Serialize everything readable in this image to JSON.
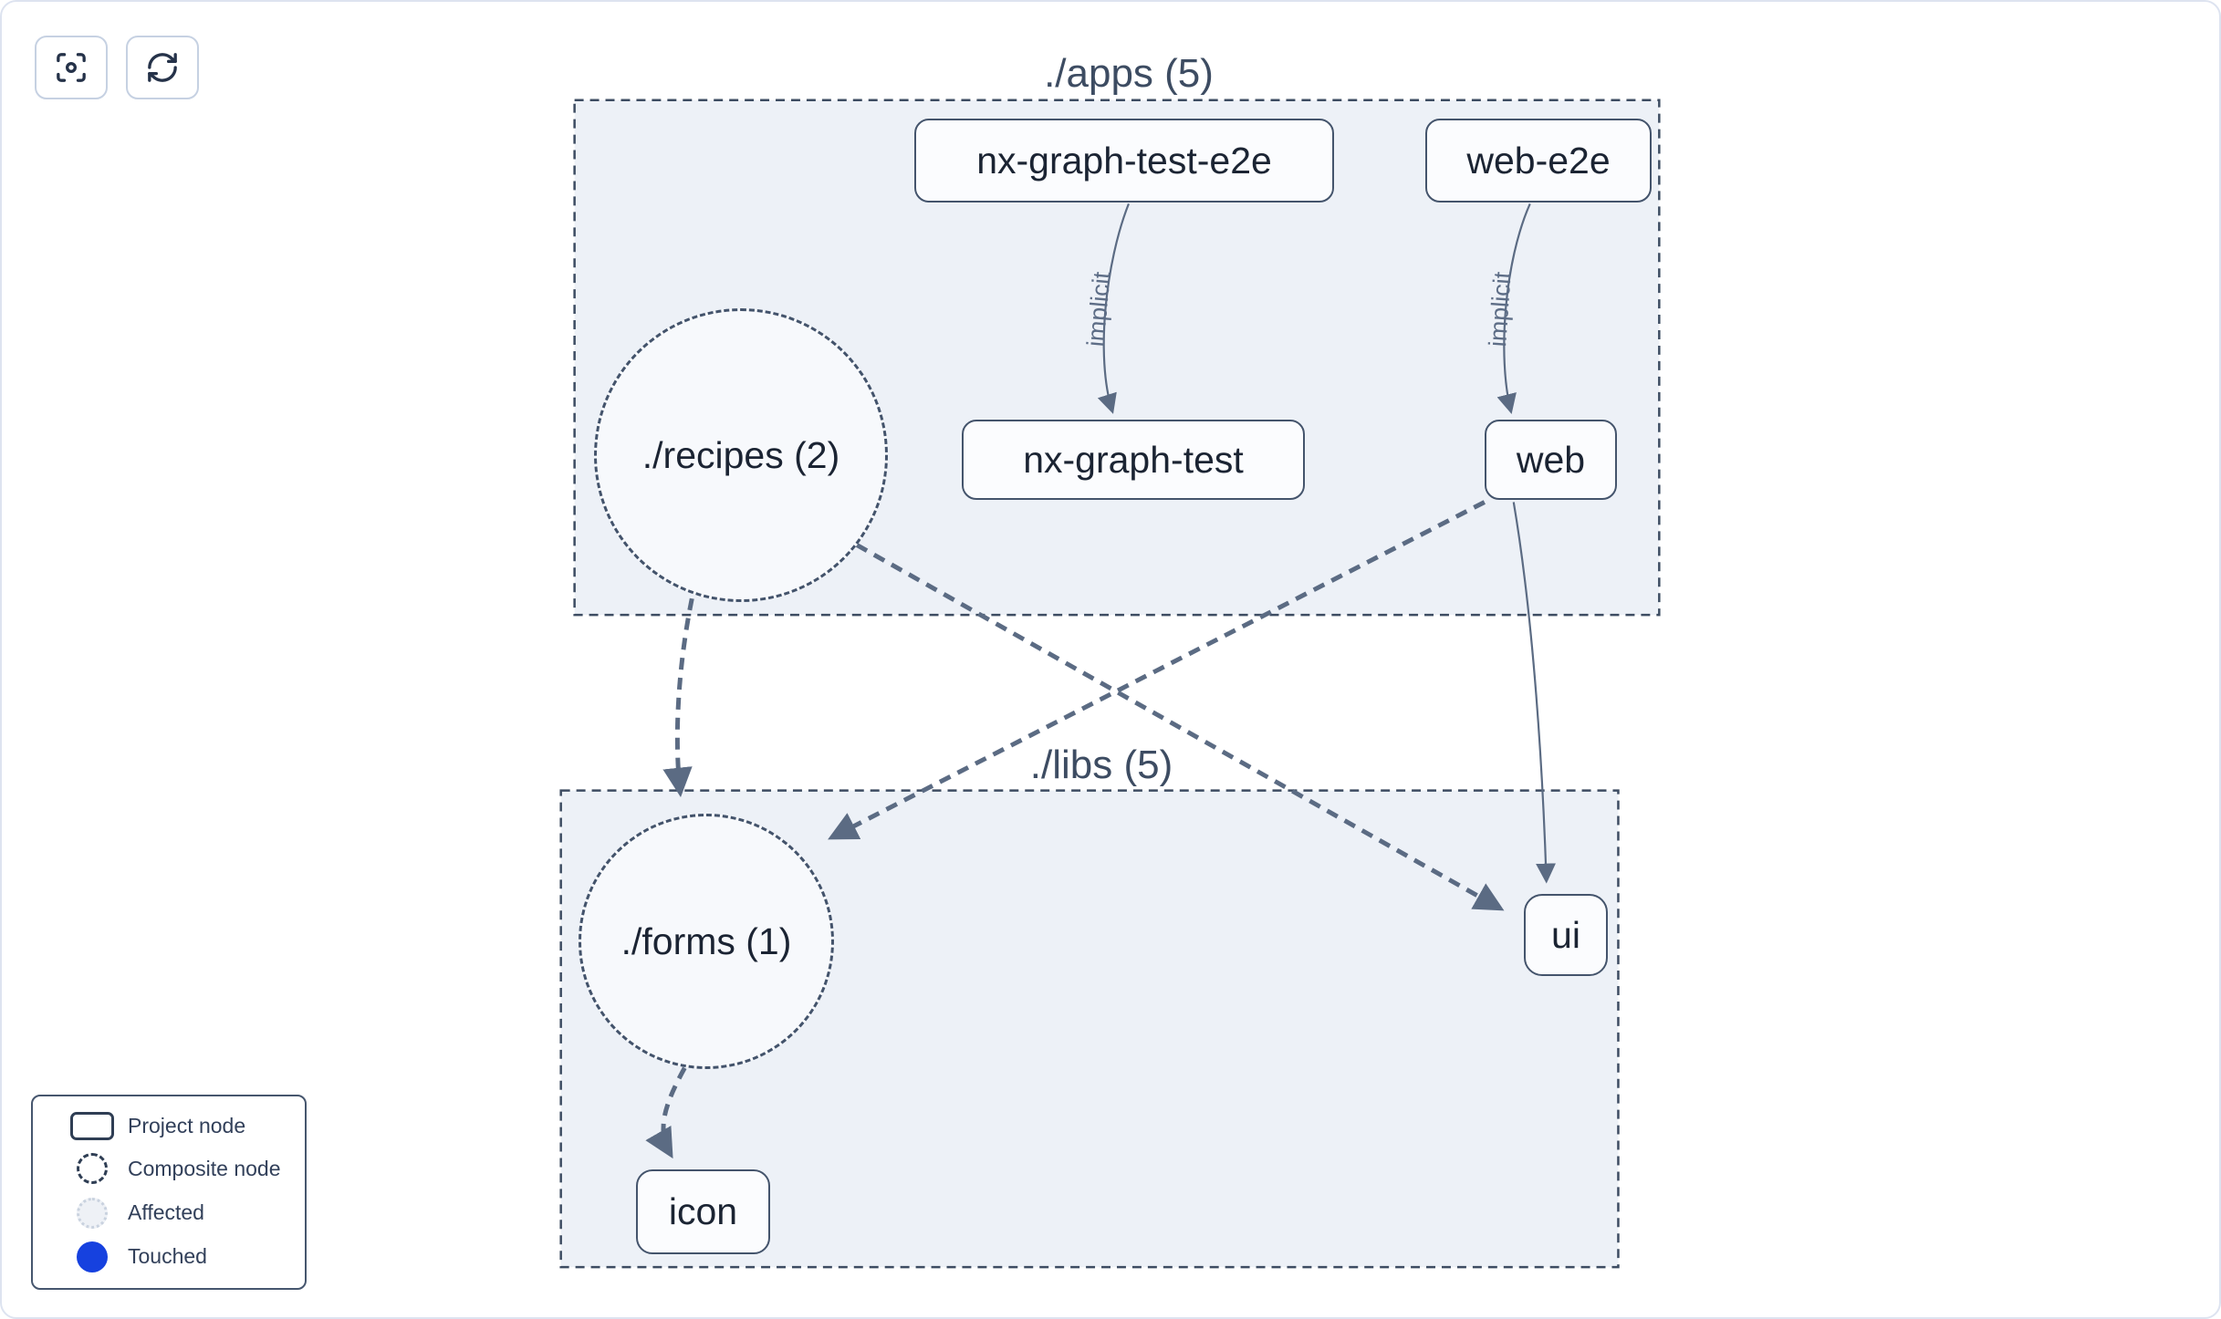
{
  "toolbar": {
    "focus_button": {
      "icon": "focus-icon"
    },
    "refresh_button": {
      "icon": "refresh-icon"
    }
  },
  "graph": {
    "groups": [
      {
        "id": "apps",
        "label": "./apps (5)"
      },
      {
        "id": "libs",
        "label": "./libs (5)"
      }
    ],
    "project_nodes": [
      {
        "id": "nx-graph-test-e2e",
        "label": "nx-graph-test-e2e",
        "group": "apps"
      },
      {
        "id": "web-e2e",
        "label": "web-e2e",
        "group": "apps"
      },
      {
        "id": "nx-graph-test",
        "label": "nx-graph-test",
        "group": "apps"
      },
      {
        "id": "web",
        "label": "web",
        "group": "apps"
      },
      {
        "id": "ui",
        "label": "ui",
        "group": "libs"
      },
      {
        "id": "icon",
        "label": "icon",
        "group": "libs"
      }
    ],
    "composite_nodes": [
      {
        "id": "recipes",
        "label": "./recipes (2)",
        "group": "apps"
      },
      {
        "id": "forms",
        "label": "./forms (1)",
        "group": "libs"
      }
    ],
    "edges": [
      {
        "from": "nx-graph-test-e2e",
        "to": "nx-graph-test",
        "label": "implicit",
        "style": "solid"
      },
      {
        "from": "web-e2e",
        "to": "web",
        "label": "implicit",
        "style": "solid"
      },
      {
        "from": "web",
        "to": "ui",
        "label": "",
        "style": "solid"
      },
      {
        "from": "recipes",
        "to": "forms",
        "label": "",
        "style": "dashed"
      },
      {
        "from": "recipes",
        "to": "ui",
        "label": "",
        "style": "dashed"
      },
      {
        "from": "web",
        "to": "forms",
        "label": "",
        "style": "dashed"
      },
      {
        "from": "forms",
        "to": "icon",
        "label": "",
        "style": "dashed"
      }
    ]
  },
  "legend": {
    "items": [
      {
        "swatch": "project-node-swatch",
        "label": "Project node"
      },
      {
        "swatch": "composite-node-swatch",
        "label": "Composite node"
      },
      {
        "swatch": "affected-swatch",
        "label": "Affected"
      },
      {
        "swatch": "touched-swatch",
        "label": "Touched"
      }
    ]
  },
  "colors": {
    "touched_blue": "#1641df",
    "edge": "#5b6b83",
    "group_fill": "#edf1f7",
    "outline": "#3d4c62"
  }
}
